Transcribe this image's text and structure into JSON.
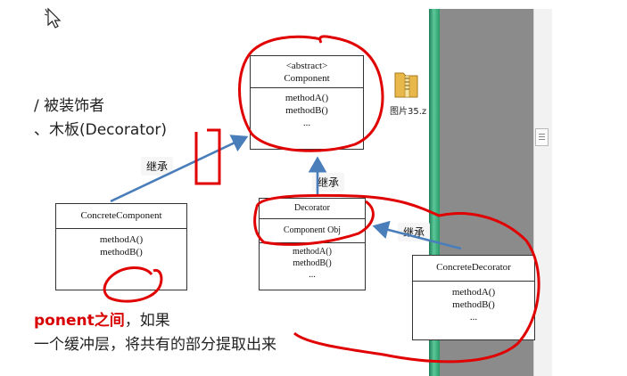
{
  "text_fragments": {
    "line1": "/ 被装饰者",
    "line2": "、木板(Decorator)",
    "line3_red": "ponent之间",
    "line3_black": "，如果",
    "line4": "一个缓冲层，将共有的部分提取出来"
  },
  "labels": {
    "inherit_1": "继承",
    "inherit_2": "继承",
    "inherit_3": "继承"
  },
  "component": {
    "stereotype": "<abstract>",
    "name": "Component",
    "methods": [
      "methodA()",
      "methodB()",
      "..."
    ]
  },
  "concrete_component": {
    "name": "ConcreteComponent",
    "methods": [
      "methodA()",
      "methodB()"
    ]
  },
  "decorator": {
    "name": "Decorator",
    "field": "Component Obj",
    "methods": [
      "methodA()",
      "methodB()",
      "..."
    ]
  },
  "concrete_decorator": {
    "name": "ConcreteDecorator",
    "methods": [
      "methodA()",
      "methodB()",
      "..."
    ]
  },
  "file_icon": {
    "icon": "folder-zip-icon",
    "label": "图片35.z"
  },
  "colors": {
    "annotation_red": "#e00000",
    "arrow_blue": "#4a7ebb",
    "text_red": "#d80000"
  }
}
